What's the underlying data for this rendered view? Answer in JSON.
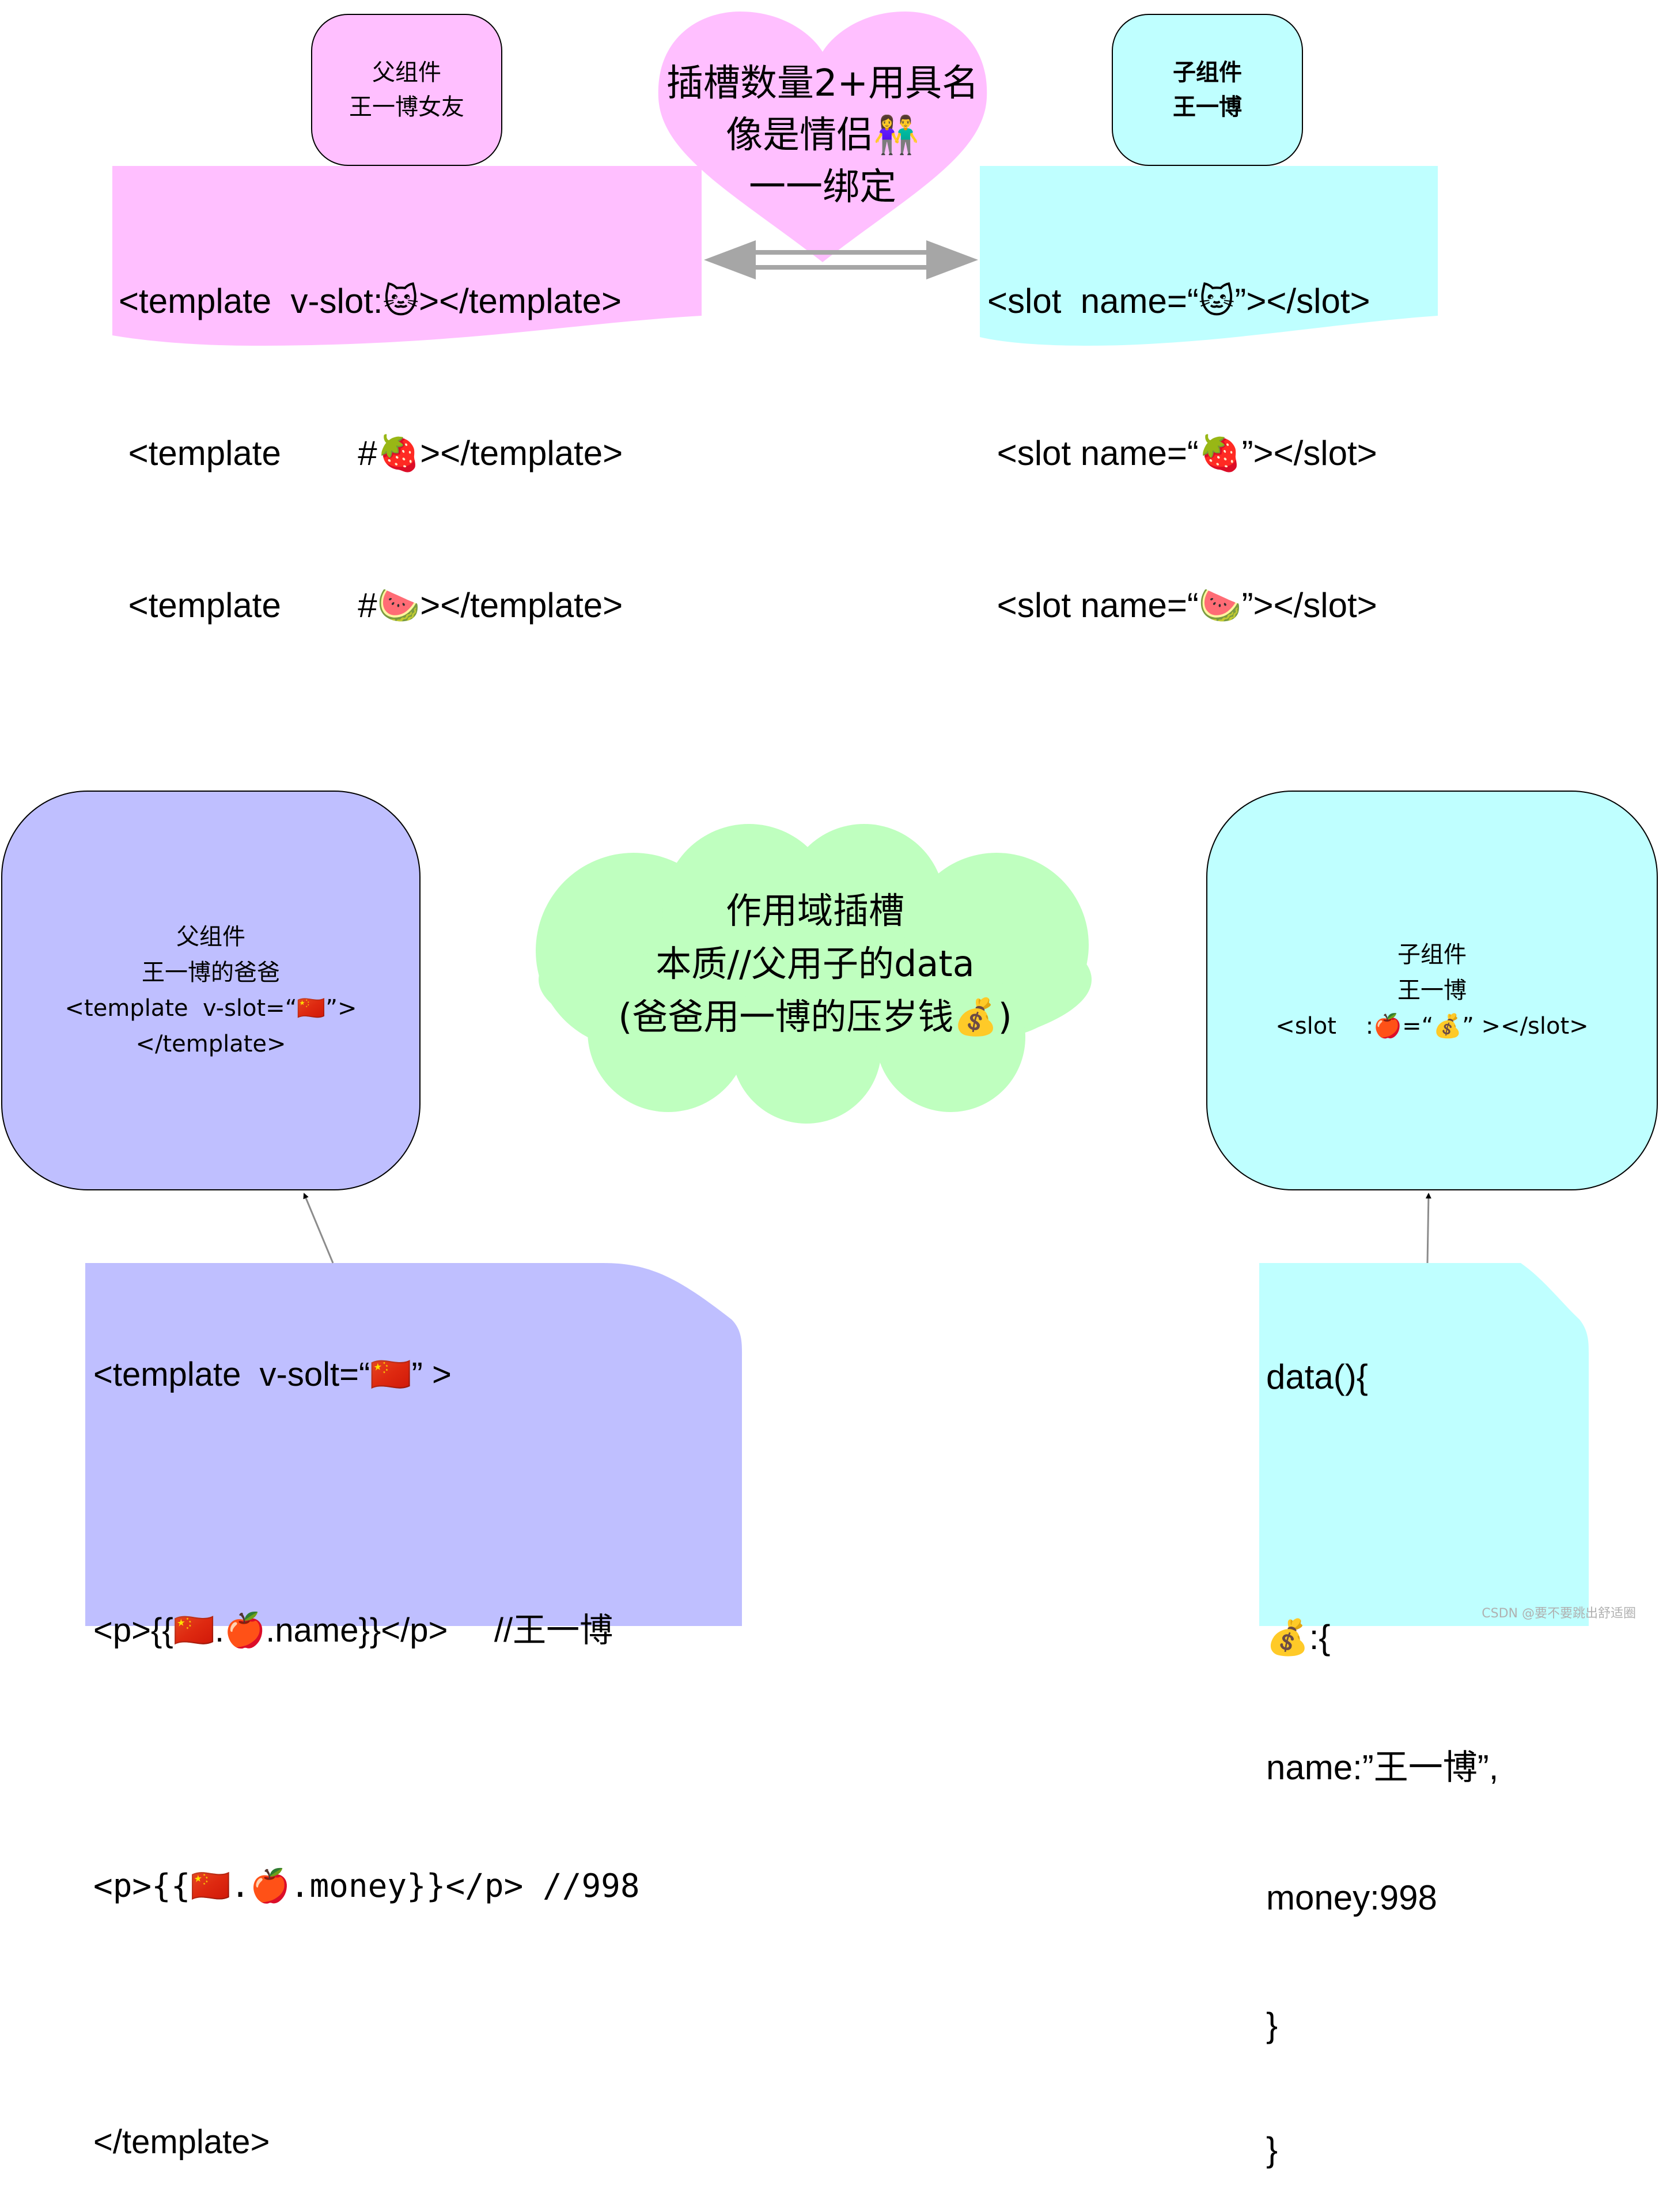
{
  "top": {
    "parent_box": {
      "lines": [
        "父组件",
        "王一博女友"
      ],
      "color": "#ffbfff"
    },
    "child_box": {
      "lines": [
        "子组件",
        "王一博"
      ],
      "color": "#bfffff"
    },
    "heart": {
      "lines": [
        "插槽数量2+用具名",
        "像是情侣👫",
        "一一绑定"
      ],
      "color": "#ffbfff"
    },
    "parent_code": {
      "lines": [
        "<template  v-slot:🐱></template>",
        " <template        #🍓></template>",
        " <template        #🍉></template>"
      ],
      "color": "#ffbfff"
    },
    "child_code": {
      "lines": [
        "<slot  name=“🐱”></slot>",
        " <slot name=“🍓”></slot>",
        " <slot name=“🍉”></slot>"
      ],
      "color": "#bfffff"
    }
  },
  "bottom": {
    "parent_box": {
      "lines": [
        "父组件",
        "王一博的爸爸",
        "<template  v-slot=“🇨🇳”>",
        "</template>"
      ],
      "color": "#bfbfff"
    },
    "child_box": {
      "lines": [
        "子组件",
        "王一博",
        "<slot    :🍎=“💰” ></slot>"
      ],
      "color": "#bfffff"
    },
    "cloud": {
      "lines": [
        "作用域插槽",
        "本质//父用子的data",
        "(爸爸用一博的压岁钱💰)"
      ],
      "color": "#bfffbf"
    },
    "parent_code": {
      "lines": [
        "<template  v-solt=“🇨🇳” >",
        "",
        "<p>{{🇨🇳.🍎.name}}</p>     //王一博",
        "",
        "<p>{{🇨🇳.🍎.money}}</p> //998",
        "",
        "</template>"
      ],
      "color": "#bfbfff"
    },
    "child_code": {
      "lines": [
        "data(){",
        "",
        "💰:{",
        "name:”王一博”,",
        "money:998",
        "}",
        "}"
      ],
      "color": "#bfffff"
    }
  },
  "watermark": "CSDN @要不要跳出舒适圈"
}
